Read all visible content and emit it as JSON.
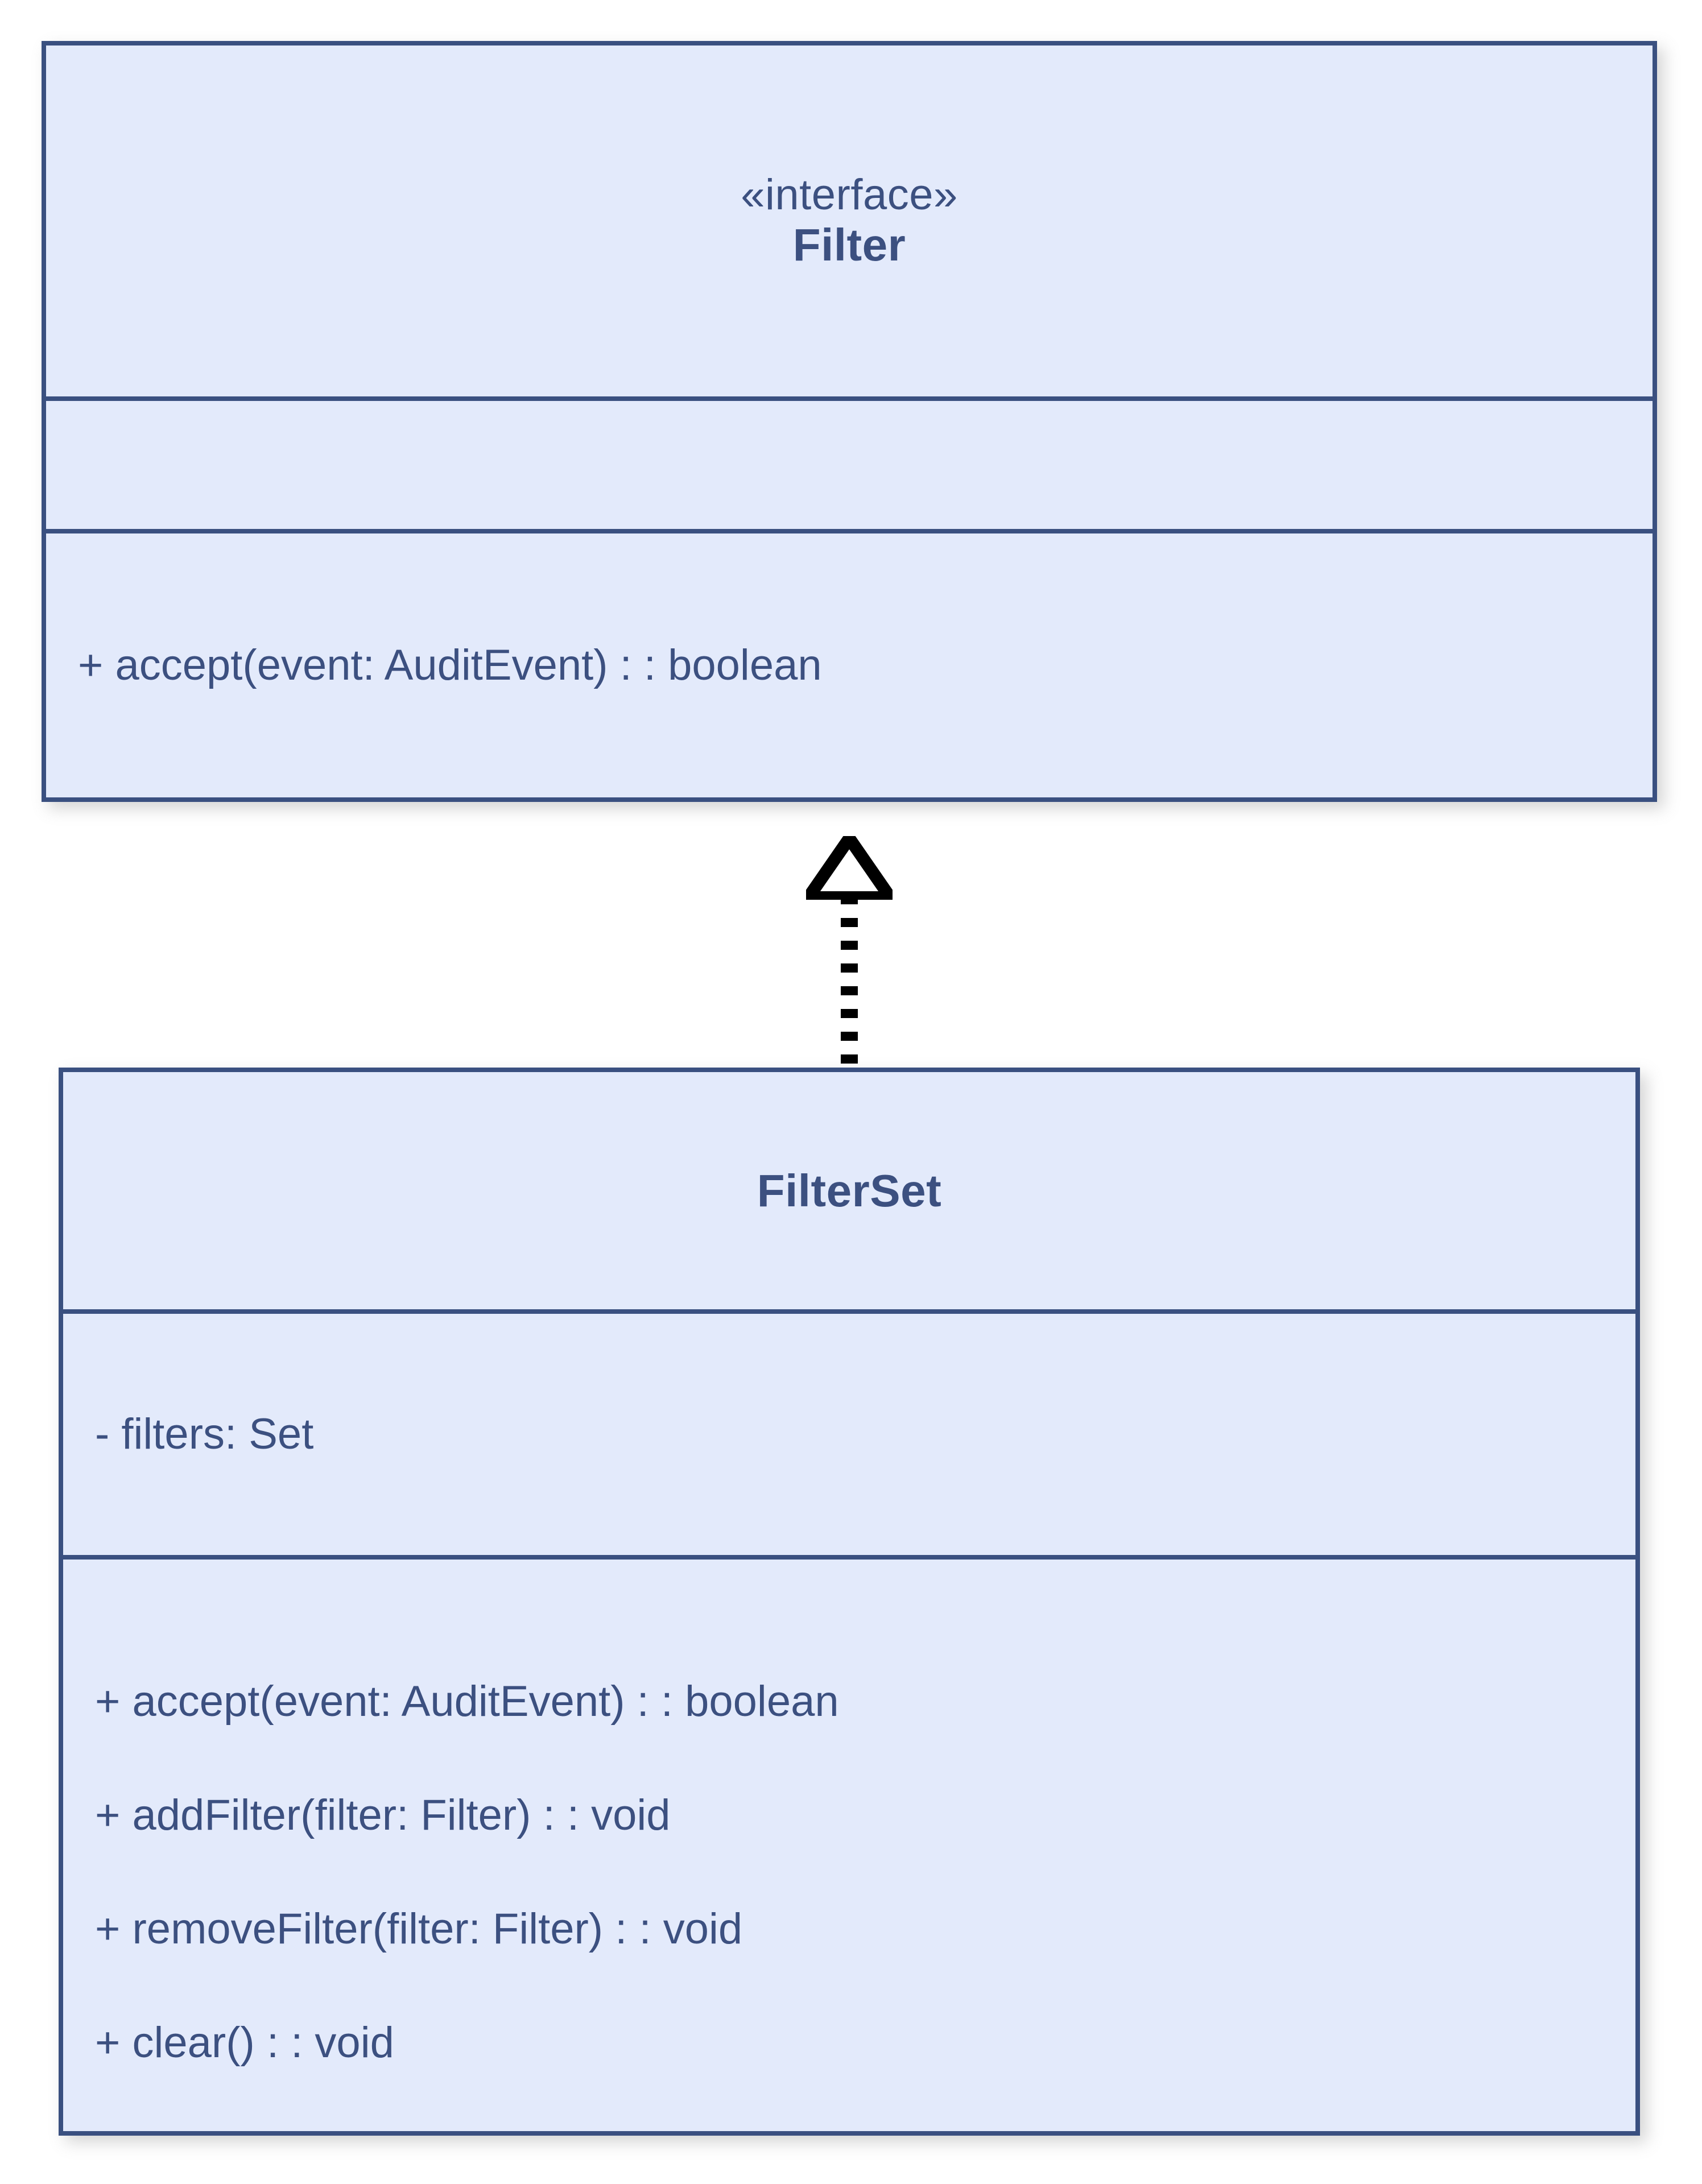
{
  "diagram": {
    "title": "Filter / FilterSet UML class diagram",
    "notation": "UML class diagram",
    "colors": {
      "box_fill": "#e3eafb",
      "box_border": "#3a5080",
      "text": "#3c5080",
      "connector": "#000000",
      "background": "#ffffff"
    }
  },
  "classes": [
    {
      "id": "filter",
      "stereotype": "«interface»",
      "name": "Filter",
      "attributes": [],
      "operations": [
        "+ accept(event: AuditEvent) : : boolean"
      ]
    },
    {
      "id": "filterset",
      "stereotype": "",
      "name": "FilterSet",
      "attributes": [
        "- filters: Set"
      ],
      "operations": [
        "+ accept(event: AuditEvent) : : boolean",
        "+ addFilter(filter: Filter) : : void",
        "+ removeFilter(filter: Filter) : : void",
        "+ clear() : : void"
      ]
    }
  ],
  "relationships": [
    {
      "id": "realization",
      "type": "realization",
      "line_style": "dotted",
      "arrow_head": "hollow-triangle",
      "source": "FilterSet",
      "target": "Filter",
      "label": ""
    }
  ]
}
